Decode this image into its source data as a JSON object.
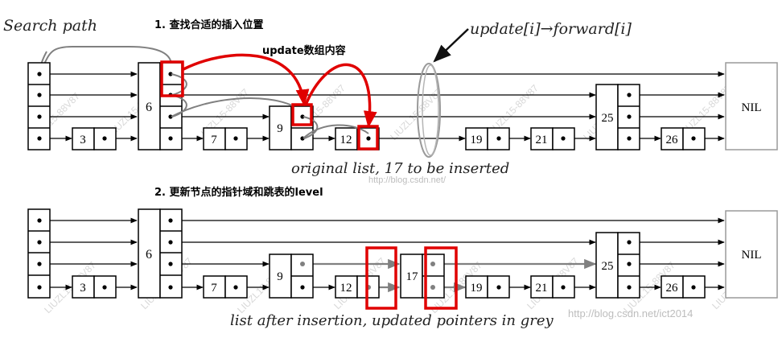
{
  "labels": {
    "search_path": "Search path",
    "step1": "1. 查找合适的插入位置",
    "update_array": "update数组内容",
    "update_forward": "update[i]→forward[i]",
    "caption_top": "original list, 17 to be inserted",
    "step2": "2. 更新节点的指针域和跳表的level",
    "caption_bottom": "list after insertion, updated pointers in grey",
    "nil": "NIL",
    "blog_url_top": "http://blog.csdn.net/",
    "blog_url_bottom": "http://blog.csdn.net/ict2014",
    "watermark": "LIUZL15-88V87"
  },
  "top_list": {
    "nodes": [
      "",
      "6",
      "3",
      "7",
      "9",
      "12",
      "19",
      "21",
      "25",
      "26"
    ]
  },
  "bottom_list": {
    "nodes": [
      "",
      "6",
      "3",
      "7",
      "9",
      "12",
      "17",
      "19",
      "21",
      "25",
      "26"
    ]
  },
  "colors": {
    "highlight": "#e00000",
    "pointer": "#000000",
    "updated_pointer": "#808080",
    "nil_border": "#9a9a9a",
    "watermark": "#d6d6d6"
  }
}
